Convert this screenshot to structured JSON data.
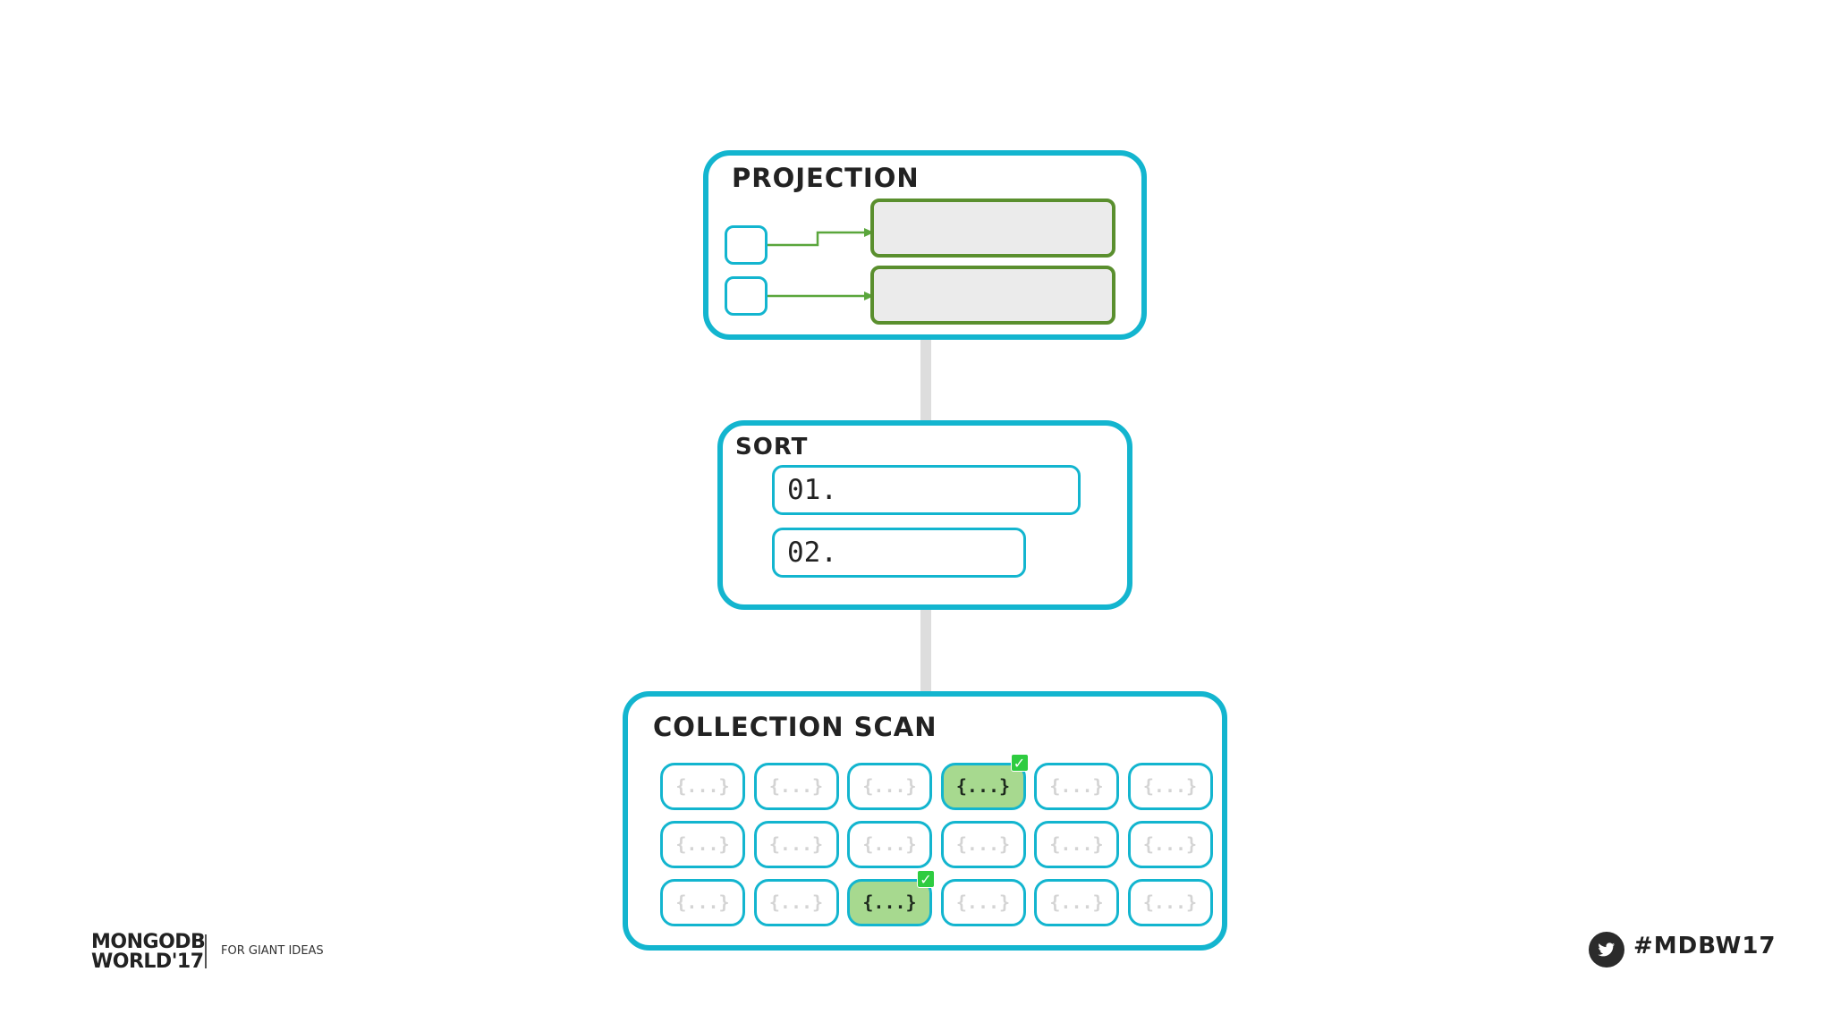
{
  "projection": {
    "title": "PROJECTION"
  },
  "sort": {
    "title": "SORT",
    "items": [
      "01.",
      "02."
    ]
  },
  "collection_scan": {
    "title": "COLLECTION SCAN",
    "doc_label": "{...}",
    "rows": [
      [
        false,
        false,
        false,
        true,
        false,
        false
      ],
      [
        false,
        false,
        false,
        false,
        false,
        false
      ],
      [
        false,
        false,
        true,
        false,
        false,
        false
      ]
    ],
    "check_mark": "✓"
  },
  "footer": {
    "logo_line1": "MONGODB",
    "logo_line2": "WORLD'17",
    "tagline": "FOR GIANT IDEAS",
    "hashtag": "#MDBW17",
    "icon": "twitter-bird-icon"
  },
  "colors": {
    "stage_border": "#13b5cf",
    "field_border": "#5a8f2e",
    "match_fill": "#a7d98f",
    "check_green": "#2ecc40"
  }
}
